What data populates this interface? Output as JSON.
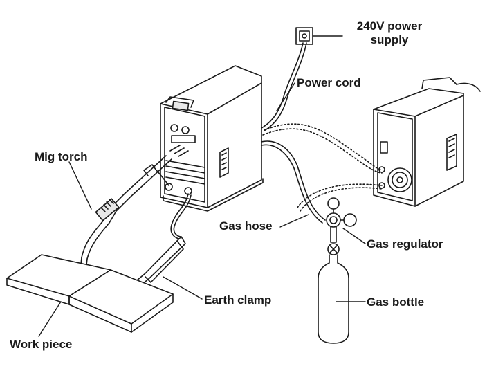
{
  "labels": {
    "power_supply_line1": "240V power",
    "power_supply_line2": "supply",
    "power_cord": "Power cord",
    "mig_torch": "Mig torch",
    "gas_hose": "Gas hose",
    "gas_regulator": "Gas regulator",
    "earth_clamp": "Earth clamp",
    "gas_bottle": "Gas bottle",
    "work_piece": "Work piece"
  },
  "colors": {
    "line": "#1a1a1a",
    "fill": "#ffffff",
    "shade": "#e8e8e8"
  }
}
